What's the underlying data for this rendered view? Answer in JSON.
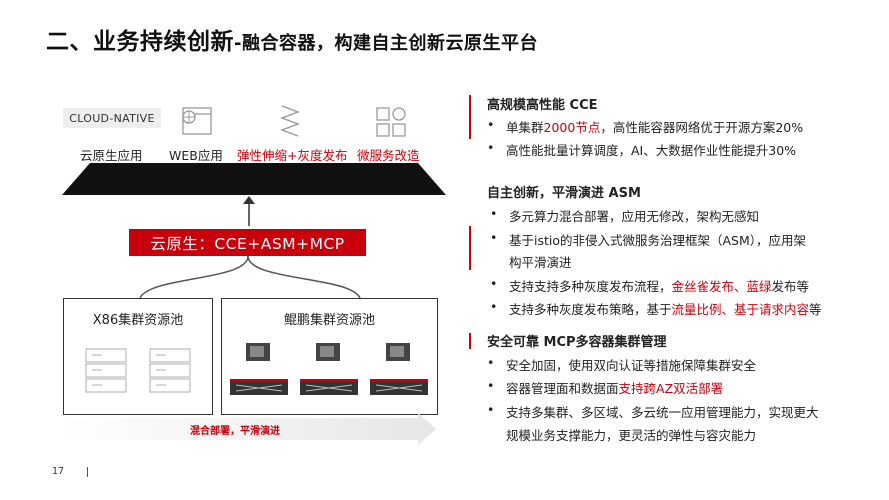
{
  "title": {
    "main": "二、业务持续创新",
    "sub": "-融合容器，构建自主创新云原生平台"
  },
  "diagram": {
    "cloud_native_tag": "CLOUD-NATIVE",
    "apps": [
      {
        "label": "云原生应用",
        "color": "#c7000b"
      },
      {
        "label": "WEB应用",
        "color": "#222222"
      },
      {
        "label": "弹性伸缩+灰度发布",
        "color": "#c7000b"
      },
      {
        "label": "微服务改造",
        "color": "#c7000b"
      }
    ],
    "icons": [
      "browser-window-icon",
      "spring-icon",
      "app-grid-icon"
    ],
    "cloud_bar": "云原生：CCE+ASM+MCP",
    "pool_x86": "X86集群资源池",
    "pool_kunpeng": "鲲鹏集群资源池",
    "bottom_arrow": "混合部署，平滑演进"
  },
  "page": {
    "number": "17"
  },
  "colors": {
    "accent": "#c7000b",
    "text": "#222222"
  },
  "sections": [
    {
      "heading": "高规模高性能 CCE",
      "bullets": [
        {
          "pre": "单集群",
          "red": "2000节点",
          "post": "，高性能容器网络优于开源方案20%"
        },
        {
          "pre": "高性能批量计算调度，AI、大数据作业性能提升30%"
        }
      ]
    },
    {
      "heading": "自主创新，平滑演进 ASM",
      "bullets": [
        {
          "pre": "多元算力混合部署，应用无修改，架构无感知"
        },
        {
          "pre": "基于istio的非侵入式微服务治理框架（ASM），应用架",
          "line2": "构平滑演进"
        },
        {
          "pre": "支持支持多种灰度发布流程，",
          "red": "金丝雀发布、蓝绿",
          "post": "发布等"
        },
        {
          "pre": "支持多种灰度发布策略，基于",
          "red": "流量比例、基于请求内容",
          "post": "等"
        }
      ]
    },
    {
      "heading": "安全可靠 MCP多容器集群管理",
      "bullets": [
        {
          "pre": "安全加固，使用双向认证等措施保障集群安全"
        },
        {
          "pre": "容器管理面和数据面",
          "red": "支持跨AZ双活部署"
        },
        {
          "pre": "支持多集群、多区域、多云统一应用管理能力，实现更大",
          "line2": "规模业务支撑能力，更灵活的弹性与容灾能力"
        }
      ]
    }
  ]
}
